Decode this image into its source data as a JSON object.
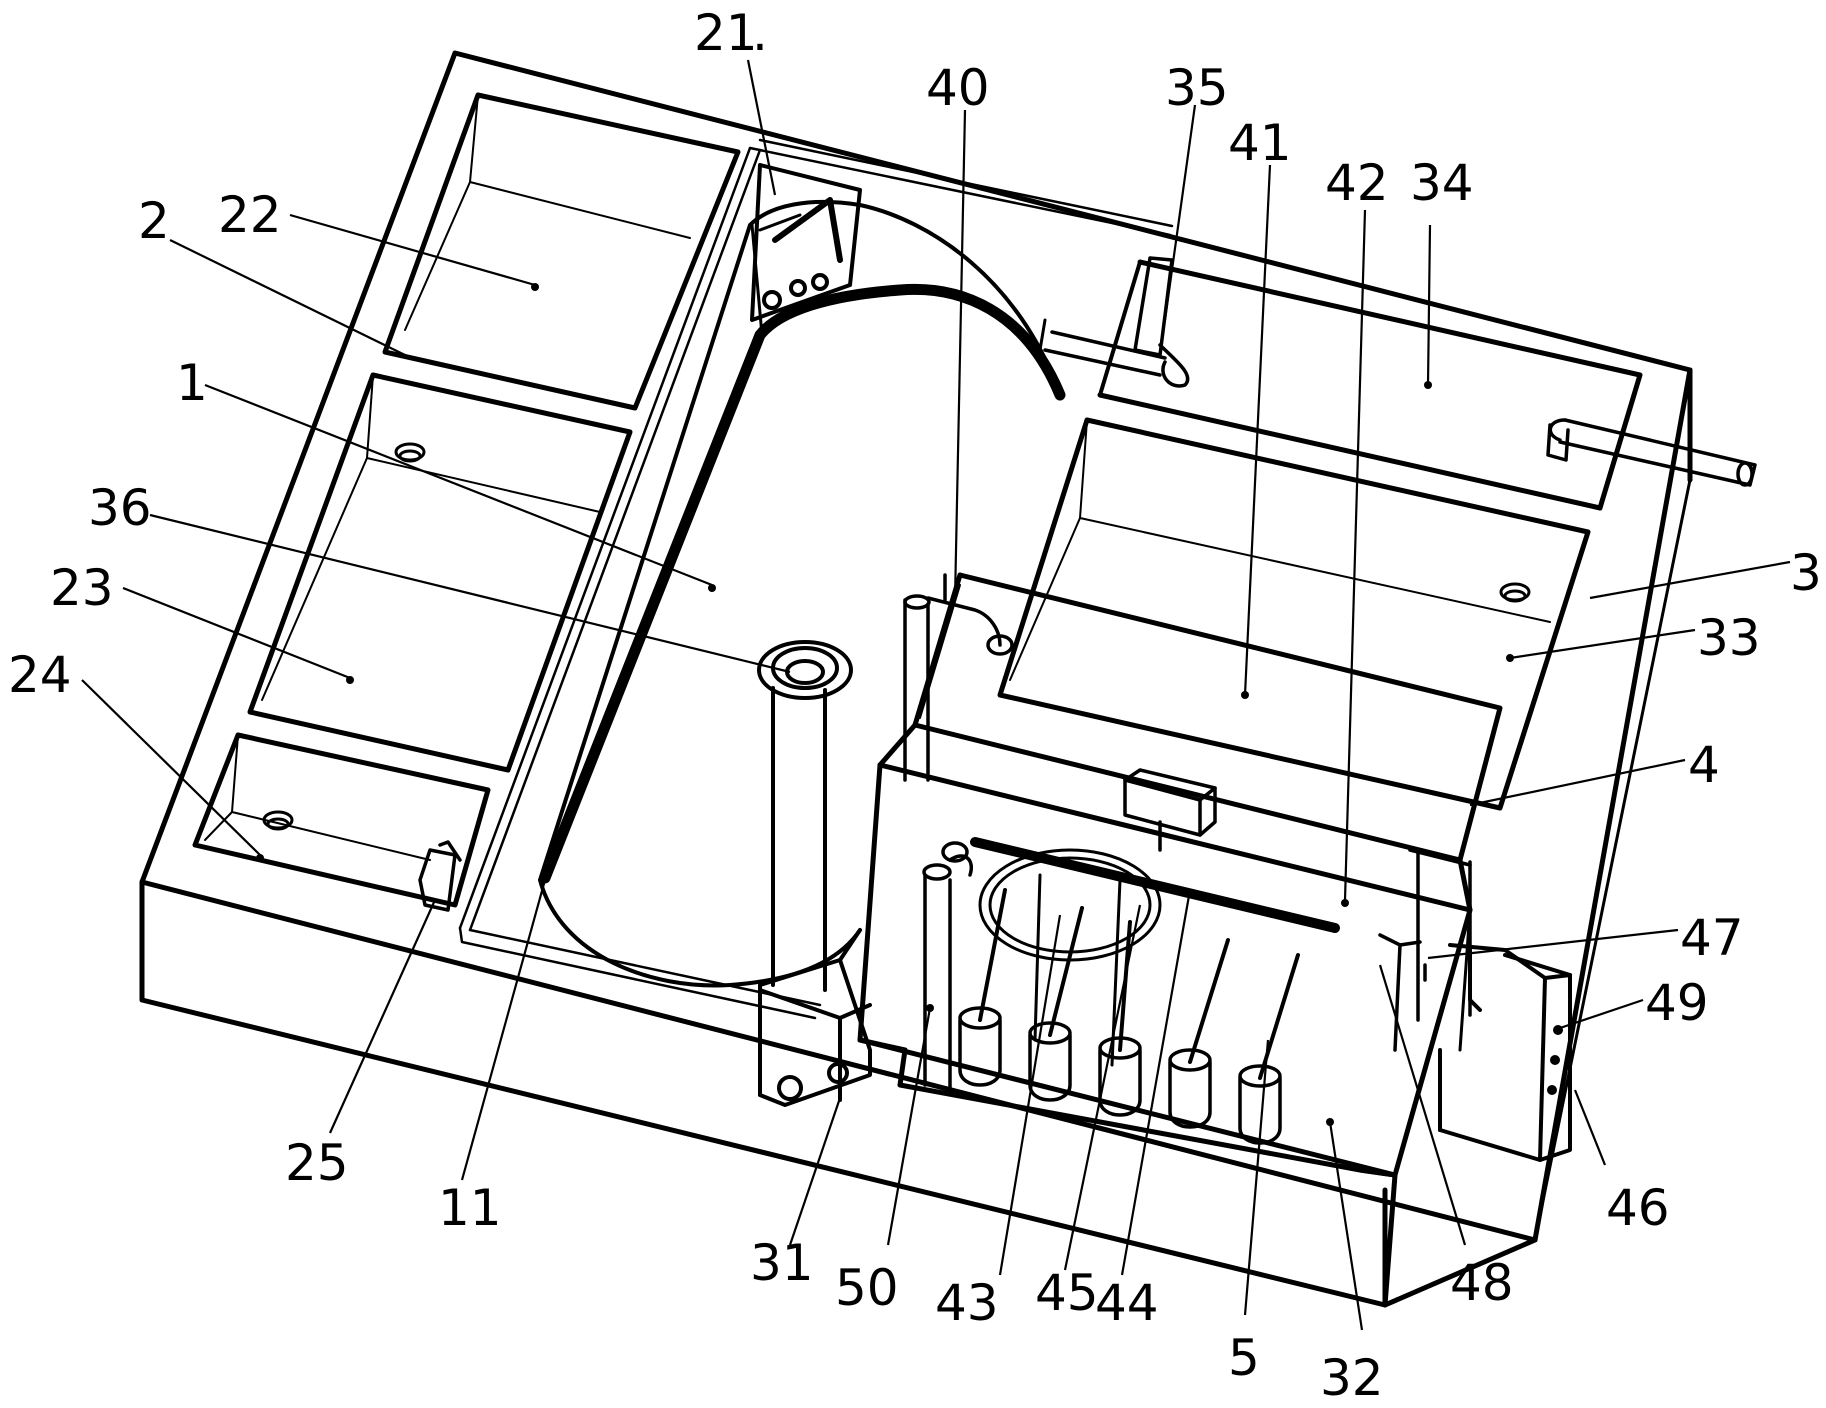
{
  "figure": {
    "labels": [
      {
        "id": "l21",
        "text": "21"
      },
      {
        "id": "l40",
        "text": "40"
      },
      {
        "id": "l35",
        "text": "35"
      },
      {
        "id": "l41",
        "text": "41"
      },
      {
        "id": "l42",
        "text": "42"
      },
      {
        "id": "l34",
        "text": "34"
      },
      {
        "id": "l22",
        "text": "22"
      },
      {
        "id": "l2",
        "text": "2"
      },
      {
        "id": "l1",
        "text": "1"
      },
      {
        "id": "l36",
        "text": "36"
      },
      {
        "id": "l23",
        "text": "23"
      },
      {
        "id": "l24",
        "text": "24"
      },
      {
        "id": "l3",
        "text": "3"
      },
      {
        "id": "l33",
        "text": "33"
      },
      {
        "id": "l4",
        "text": "4"
      },
      {
        "id": "l47",
        "text": "47"
      },
      {
        "id": "l49",
        "text": "49"
      },
      {
        "id": "l46",
        "text": "46"
      },
      {
        "id": "l25",
        "text": "25"
      },
      {
        "id": "l11",
        "text": "11"
      },
      {
        "id": "l31",
        "text": "31"
      },
      {
        "id": "l50",
        "text": "50"
      },
      {
        "id": "l43",
        "text": "43"
      },
      {
        "id": "l45",
        "text": "45"
      },
      {
        "id": "l44",
        "text": "44"
      },
      {
        "id": "l5",
        "text": "5"
      },
      {
        "id": "l32",
        "text": "32"
      },
      {
        "id": "l48",
        "text": "48"
      }
    ]
  }
}
